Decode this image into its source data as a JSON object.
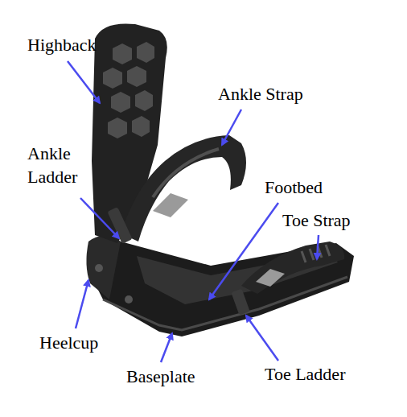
{
  "diagram": {
    "labels": [
      "Highback",
      "Ankle Strap",
      "Ankle Ladder",
      "Footbed",
      "Toe Strap",
      "Heelcup",
      "Baseplate",
      "Toe Ladder"
    ]
  }
}
